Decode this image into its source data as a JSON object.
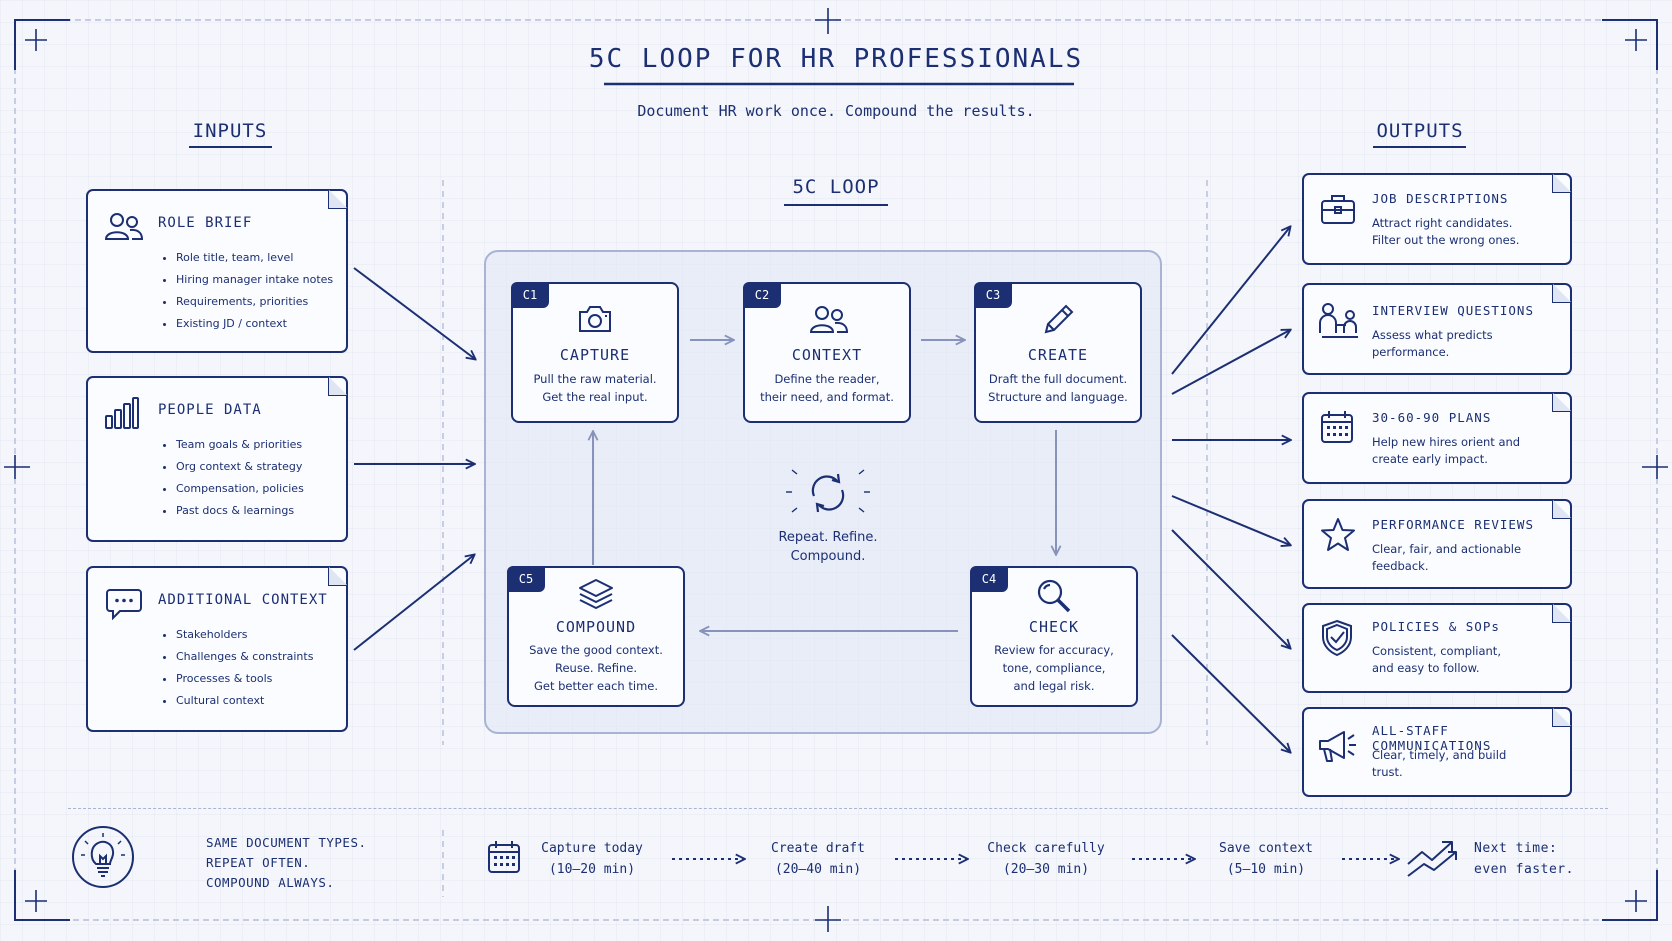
{
  "title": "5C LOOP FOR HR PROFESSIONALS",
  "subtitle": "Document HR work once. Compound the results.",
  "inputs_header": "INPUTS",
  "outputs_header": "OUTPUTS",
  "loop_header": "5C LOOP",
  "inputs": [
    {
      "title": "ROLE BRIEF",
      "icon": "people-icon",
      "items": [
        "Role title, team, level",
        "Hiring manager intake notes",
        "Requirements, priorities",
        "Existing JD / context"
      ]
    },
    {
      "title": "PEOPLE DATA",
      "icon": "bar-chart-icon",
      "items": [
        "Team goals & priorities",
        "Org context & strategy",
        "Compensation, policies",
        "Past docs & learnings"
      ]
    },
    {
      "title": "ADDITIONAL CONTEXT",
      "icon": "chat-icon",
      "items": [
        "Stakeholders",
        "Challenges & constraints",
        "Processes & tools",
        "Cultural context"
      ]
    }
  ],
  "steps": [
    {
      "badge": "C1",
      "name": "CAPTURE",
      "icon": "camera-icon",
      "lines": [
        "Pull the raw material.",
        "Get the real input."
      ]
    },
    {
      "badge": "C2",
      "name": "CONTEXT",
      "icon": "people-icon",
      "lines": [
        "Define the reader,",
        "their need, and format."
      ]
    },
    {
      "badge": "C3",
      "name": "CREATE",
      "icon": "pencil-icon",
      "lines": [
        "Draft the full document.",
        "Structure and language."
      ]
    },
    {
      "badge": "C4",
      "name": "CHECK",
      "icon": "magnifier-icon",
      "lines": [
        "Review for accuracy,",
        "tone, compliance,",
        "and legal risk."
      ]
    },
    {
      "badge": "C5",
      "name": "COMPOUND",
      "icon": "layers-icon",
      "lines": [
        "Save the good context.",
        "Reuse. Refine.",
        "Get better each time."
      ]
    }
  ],
  "loop_center": {
    "icon": "refresh-icon",
    "lines": [
      "Repeat. Refine.",
      "Compound."
    ]
  },
  "outputs": [
    {
      "title": "JOB DESCRIPTIONS",
      "icon": "briefcase-icon",
      "lines": [
        "Attract right candidates.",
        "Filter out the wrong ones."
      ]
    },
    {
      "title": "INTERVIEW QUESTIONS",
      "icon": "interview-icon",
      "lines": [
        "Assess what predicts",
        "performance."
      ]
    },
    {
      "title": "30-60-90 PLANS",
      "icon": "calendar-icon",
      "lines": [
        "Help new hires orient and",
        "create early impact."
      ]
    },
    {
      "title": "PERFORMANCE REVIEWS",
      "icon": "star-icon",
      "lines": [
        "Clear, fair, and actionable",
        "feedback."
      ]
    },
    {
      "title": "POLICIES & SOPs",
      "icon": "shield-check-icon",
      "lines": [
        "Consistent, compliant,",
        "and easy to follow."
      ]
    },
    {
      "title": "ALL-STAFF COMMUNICATIONS",
      "icon": "megaphone-icon",
      "lines": [
        "Clear, timely, and build",
        "trust."
      ]
    }
  ],
  "footer": {
    "icon": "lightbulb-icon",
    "lines": [
      "SAME DOCUMENT TYPES.",
      "REPEAT OFTEN.",
      "COMPOUND ALWAYS."
    ],
    "calendar_icon": "calendar-icon",
    "trend_icon": "trend-up-icon",
    "timeline": [
      {
        "label": "Capture today",
        "time": "(10–20 min)"
      },
      {
        "label": "Create draft",
        "time": "(20–40 min)"
      },
      {
        "label": "Check carefully",
        "time": "(20–30 min)"
      },
      {
        "label": "Save context",
        "time": "(5–10 min)"
      }
    ],
    "final": [
      "Next time:",
      "even faster."
    ]
  },
  "colors": {
    "ink": "#1b2f72",
    "background": "#f4f6fb",
    "loop_panel": "#e0e6f5",
    "guide": "#a9b4d4"
  }
}
